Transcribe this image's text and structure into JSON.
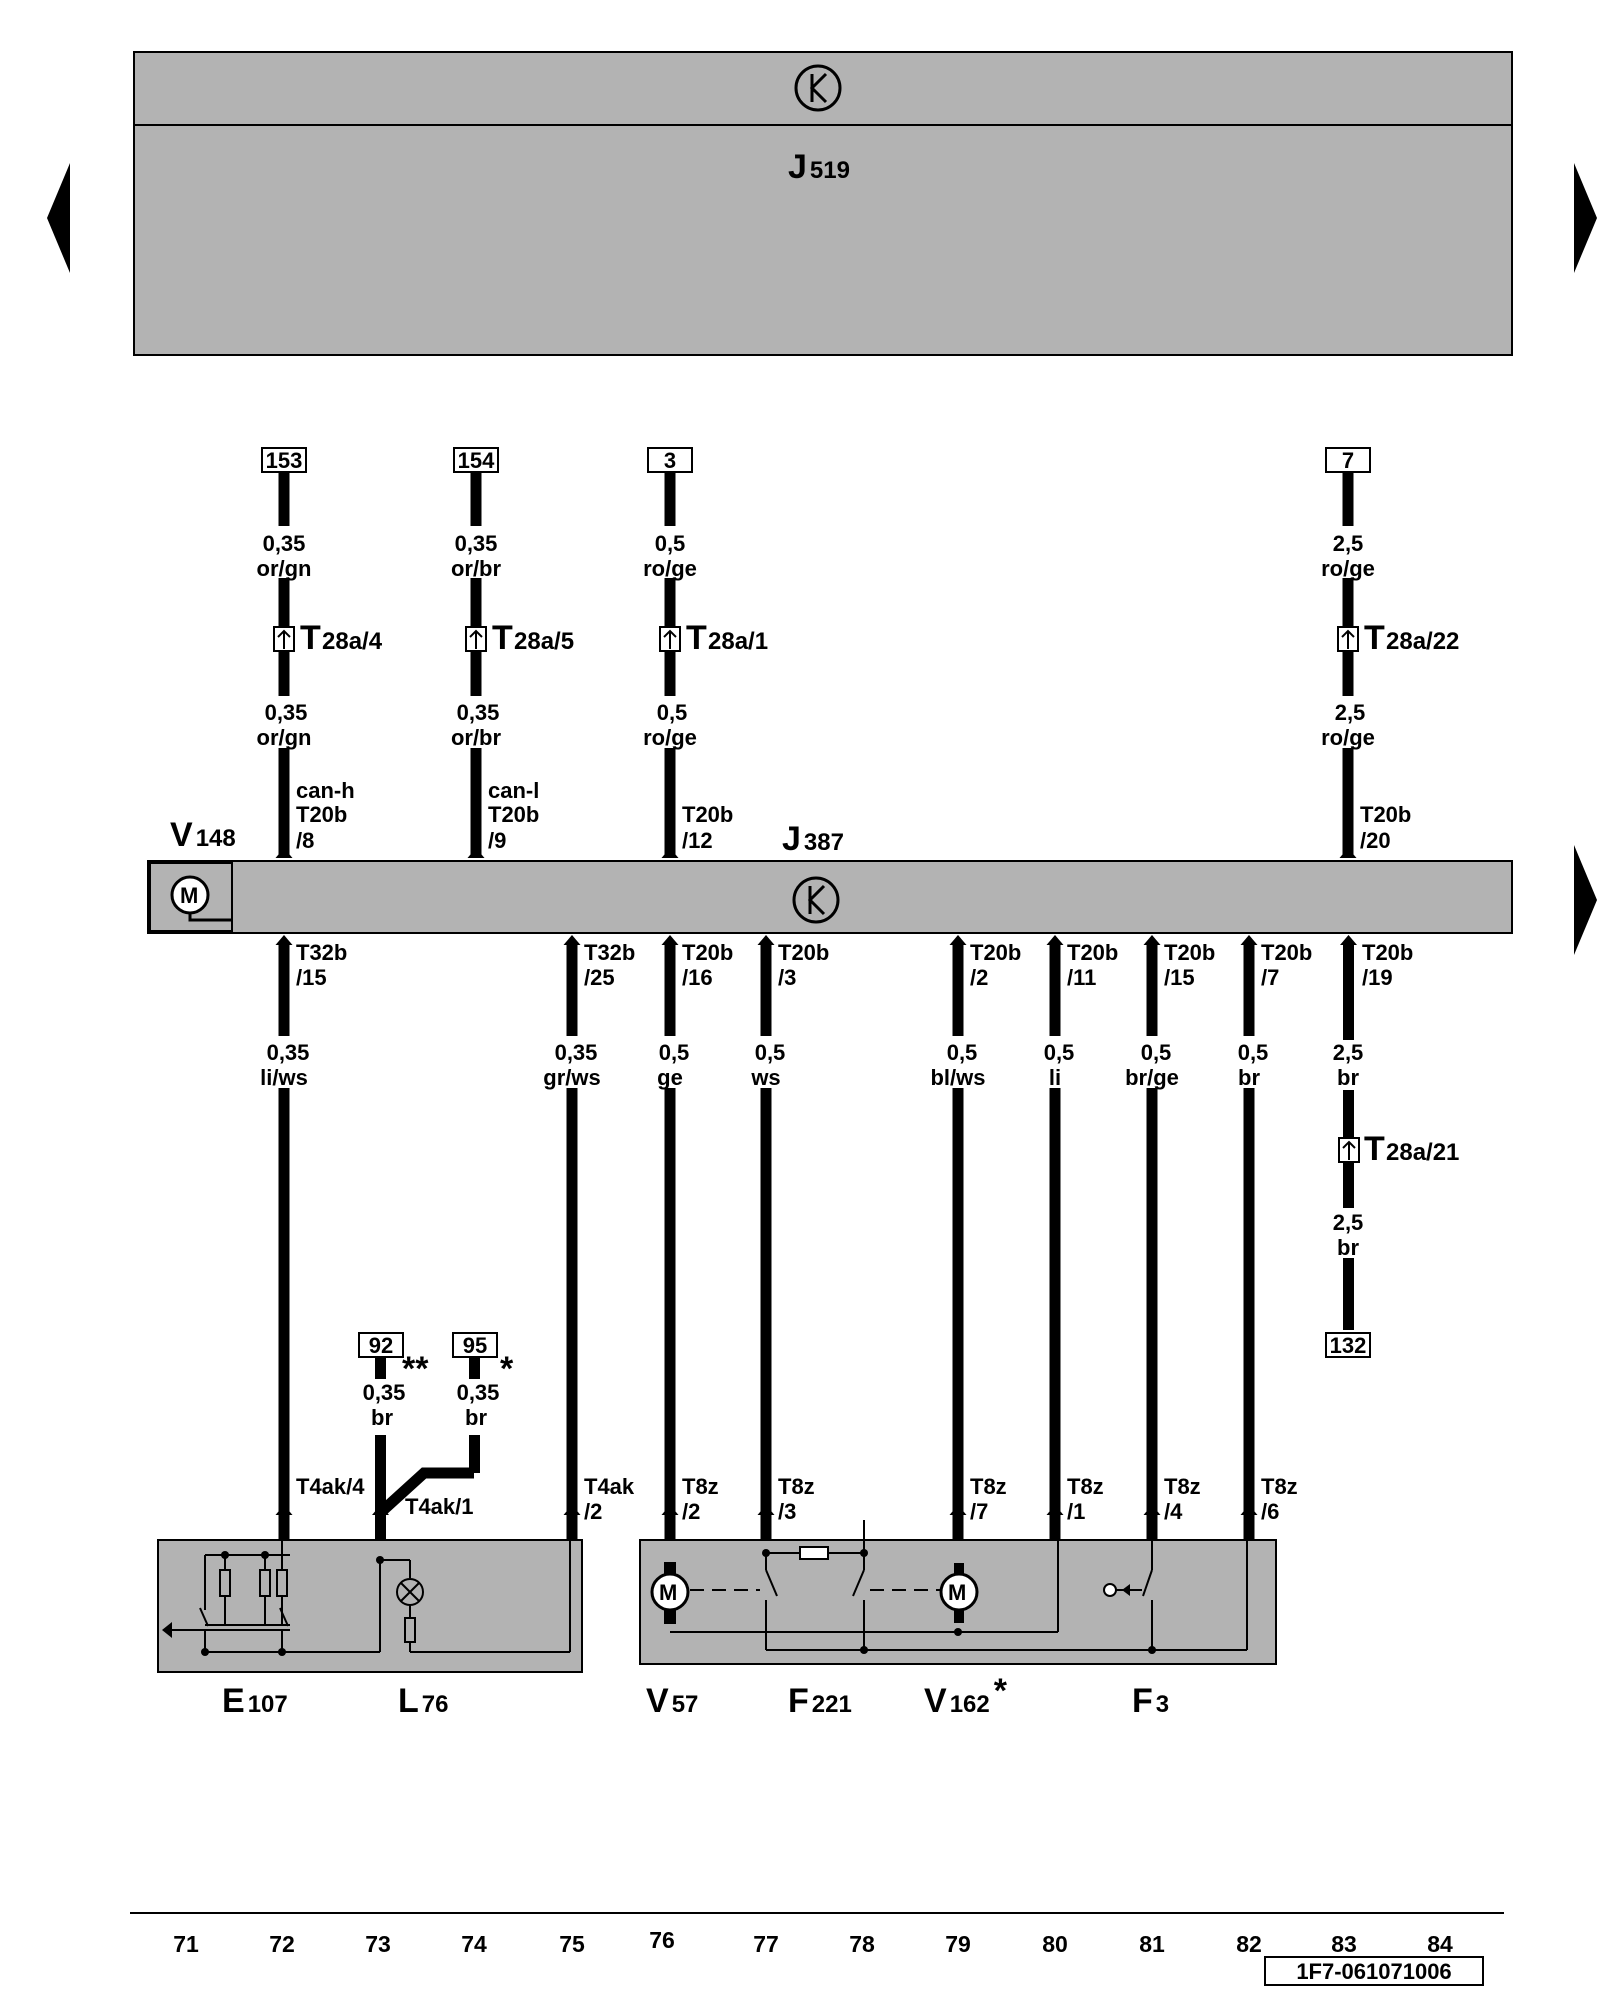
{
  "top_unit": {
    "name": "J",
    "sub": "519"
  },
  "mid_unit": {
    "name": "J",
    "sub": "387"
  },
  "v148": {
    "name": "V",
    "sub": "148"
  },
  "m_symbol": "M",
  "wires_top": [
    {
      "id": "w153",
      "box": "153",
      "s1": "0,35",
      "c1": "or/gn",
      "conn": "T",
      "conn_sub": "28a/4",
      "s2": "0,35",
      "c2": "or/gn",
      "sig": "can-h",
      "pin1": "T20b",
      "pin2": "/8"
    },
    {
      "id": "w154",
      "box": "154",
      "s1": "0,35",
      "c1": "or/br",
      "conn": "T",
      "conn_sub": "28a/5",
      "s2": "0,35",
      "c2": "or/br",
      "sig": "can-l",
      "pin1": "T20b",
      "pin2": "/9"
    },
    {
      "id": "w3",
      "box": "3",
      "s1": "0,5",
      "c1": "ro/ge",
      "conn": "T",
      "conn_sub": "28a/1",
      "s2": "0,5",
      "c2": "ro/ge",
      "sig": "",
      "pin1": "T20b",
      "pin2": "/12"
    },
    {
      "id": "w7",
      "box": "7",
      "s1": "2,5",
      "c1": "ro/ge",
      "conn": "T",
      "conn_sub": "28a/22",
      "s2": "2,5",
      "c2": "ro/ge",
      "sig": "",
      "pin1": "T20b",
      "pin2": "/20"
    }
  ],
  "wires_bottom": [
    {
      "id": "b72",
      "p1": "T32b",
      "p2": "/15",
      "size": "0,35",
      "color": "li/ws",
      "q1": "T4ak/4",
      "q2": ""
    },
    {
      "id": "b75",
      "p1": "T32b",
      "p2": "/25",
      "size": "0,35",
      "color": "gr/ws",
      "q1": "T4ak",
      "q2": "/2"
    },
    {
      "id": "b76",
      "p1": "T20b",
      "p2": "/16",
      "size": "0,5",
      "color": "ge",
      "q1": "T8z",
      "q2": "/2"
    },
    {
      "id": "b77",
      "p1": "T20b",
      "p2": "/3",
      "size": "0,5",
      "color": "ws",
      "q1": "T8z",
      "q2": "/3"
    },
    {
      "id": "b79",
      "p1": "T20b",
      "p2": "/2",
      "size": "0,5",
      "color": "bl/ws",
      "q1": "T8z",
      "q2": "/7"
    },
    {
      "id": "b80",
      "p1": "T20b",
      "p2": "/11",
      "size": "0,5",
      "color": "li",
      "q1": "T8z",
      "q2": "/1"
    },
    {
      "id": "b81",
      "p1": "T20b",
      "p2": "/15",
      "size": "0,5",
      "color": "br/ge",
      "q1": "T8z",
      "q2": "/4"
    },
    {
      "id": "b82",
      "p1": "T20b",
      "p2": "/7",
      "size": "0,5",
      "color": "br",
      "q1": "T8z",
      "q2": "/6"
    }
  ],
  "wire_ground": {
    "p1": "T20b",
    "p2": "/19",
    "s1": "2,5",
    "c1": "br",
    "conn": "T",
    "conn_sub": "28a/21",
    "s2": "2,5",
    "c2": "br",
    "box": "132"
  },
  "aux_wires": [
    {
      "id": "a92",
      "box": "92",
      "mark": "**",
      "size": "0,35",
      "color": "br"
    },
    {
      "id": "a95",
      "box": "95",
      "mark": "*",
      "size": "0,35",
      "color": "br"
    }
  ],
  "t4ak1": "T4ak/1",
  "components": [
    {
      "id": "e107",
      "name": "E",
      "sub": "107"
    },
    {
      "id": "l76",
      "name": "L",
      "sub": "76"
    },
    {
      "id": "v57",
      "name": "V",
      "sub": "57"
    },
    {
      "id": "f221",
      "name": "F",
      "sub": "221"
    },
    {
      "id": "v162",
      "name": "V",
      "sub": "162",
      "mark": "*"
    },
    {
      "id": "f3",
      "name": "F",
      "sub": "3"
    }
  ],
  "grid_numbers": [
    "71",
    "72",
    "73",
    "74",
    "75",
    "76",
    "77",
    "78",
    "79",
    "80",
    "81",
    "82",
    "83",
    "84"
  ],
  "diagram_id": "1F7-061071006"
}
